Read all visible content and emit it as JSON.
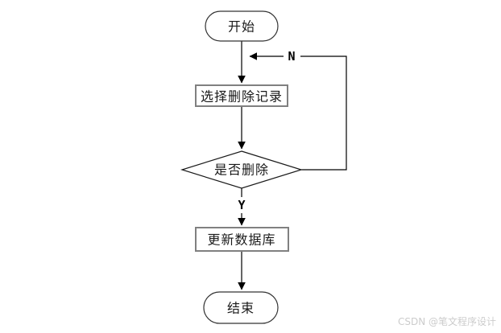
{
  "page": {
    "background": "#ffffff"
  },
  "flowchart": {
    "type": "flowchart",
    "nodes": {
      "start": {
        "type": "terminator",
        "label": "开始"
      },
      "select_record": {
        "type": "process",
        "label": "选择删除记录"
      },
      "decision": {
        "type": "decision",
        "label": "是否删除"
      },
      "update_db": {
        "type": "process",
        "label": "更新数据库"
      },
      "end": {
        "type": "terminator",
        "label": "结束"
      }
    },
    "edges": [
      {
        "from": "start",
        "to": "select_record",
        "label": ""
      },
      {
        "from": "select_record",
        "to": "decision",
        "label": ""
      },
      {
        "from": "decision",
        "to": "update_db",
        "label": "Y"
      },
      {
        "from": "update_db",
        "to": "end",
        "label": ""
      },
      {
        "from": "decision",
        "to": "start",
        "label": "N"
      }
    ],
    "colors": {
      "line": "#000000",
      "process_border": "#808080",
      "terminator_border": "#333333",
      "decision_border": "#1a1a1a",
      "text": "#1a1a1a",
      "fill": "#ffffff"
    }
  },
  "watermark": {
    "text": "CSDN @笔文程序设计",
    "color": "#cccccc"
  }
}
